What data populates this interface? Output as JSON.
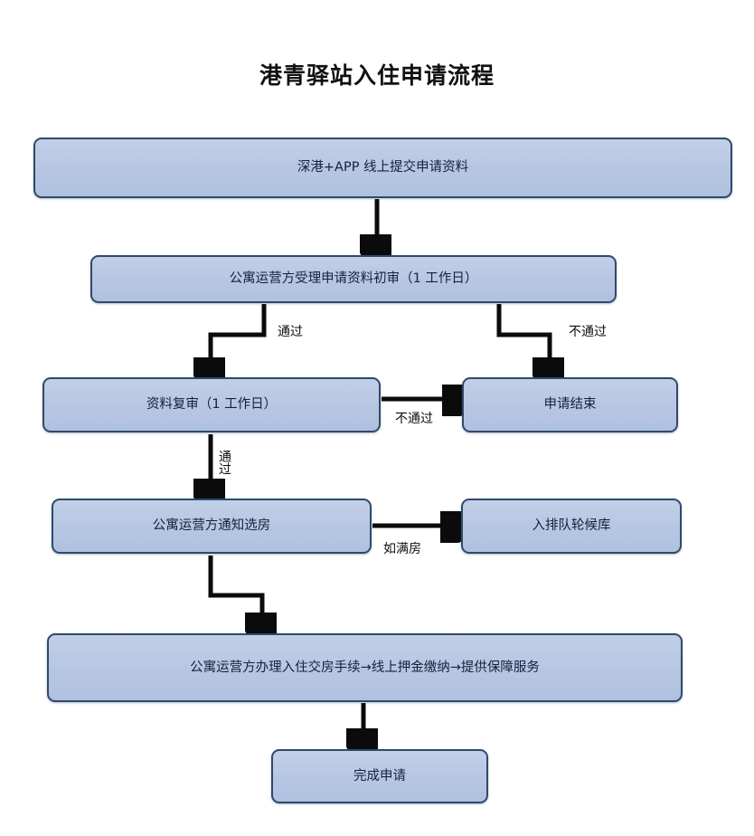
{
  "page": {
    "title": "港青驿站入住申请流程",
    "background": "#ffffff",
    "node_fill": "#b6c6e2",
    "node_border": "#2e4a6b",
    "connector_color": "#0b0b0b"
  },
  "flow": {
    "type": "flowchart",
    "nodes": [
      {
        "id": "submit",
        "label": "深港+APP 线上提交申请资料"
      },
      {
        "id": "first_review",
        "label": "公寓运营方受理申请资料初审（1 工作日）"
      },
      {
        "id": "re_review",
        "label": "资料复审（1 工作日）"
      },
      {
        "id": "end_reject",
        "label": "申请结束"
      },
      {
        "id": "notify_room",
        "label": "公寓运营方通知选房"
      },
      {
        "id": "waitlist",
        "label": "入排队轮候库"
      },
      {
        "id": "checkin",
        "label": "公寓运营方办理入住交房手续→线上押金缴纳→提供保障服务"
      },
      {
        "id": "complete",
        "label": "完成申请"
      }
    ],
    "edges": [
      {
        "from": "submit",
        "to": "first_review",
        "label": ""
      },
      {
        "from": "first_review",
        "to": "re_review",
        "label": "通过"
      },
      {
        "from": "first_review",
        "to": "end_reject",
        "label": "不通过"
      },
      {
        "from": "re_review",
        "to": "end_reject",
        "label": "不通过"
      },
      {
        "from": "re_review",
        "to": "notify_room",
        "label": "通过"
      },
      {
        "from": "notify_room",
        "to": "waitlist",
        "label": "如满房"
      },
      {
        "from": "notify_room",
        "to": "checkin",
        "label": ""
      },
      {
        "from": "checkin",
        "to": "complete",
        "label": ""
      }
    ],
    "edge_labels": {
      "first_pass": "通过",
      "first_fail": "不通过",
      "re_fail": "不通过",
      "re_pass": "通过",
      "full_house": "如满房"
    }
  }
}
